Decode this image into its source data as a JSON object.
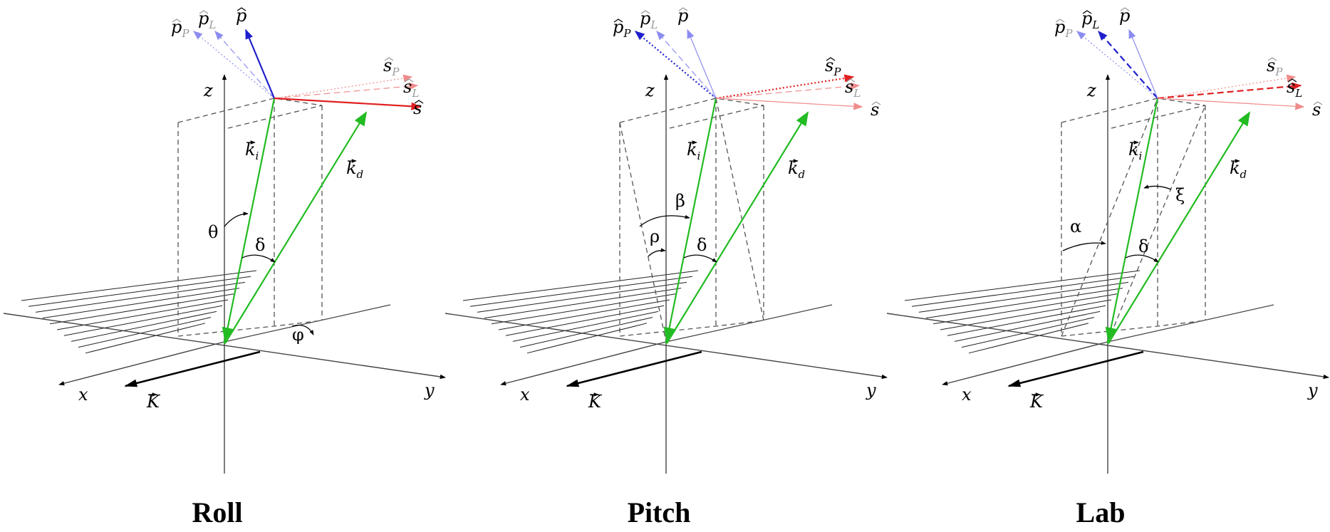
{
  "colors": {
    "k_vectors": "#22bb22",
    "p_hat": "#1f1fcc",
    "s_hat": "#e02020",
    "p_faded": "#8c8cf0",
    "s_faded": "#f08c8c",
    "label_faded": "#9a9a9a",
    "box": "#555555",
    "axis": "#444444"
  },
  "panels": [
    {
      "title": "Roll",
      "axes": {
        "x": "x",
        "y": "y",
        "z": "z"
      },
      "wave_vector": "K",
      "k_incident": "k",
      "k_incident_sub": "i",
      "k_diffracted": "k",
      "k_diffracted_sub": "d",
      "p_labels": [
        {
          "base": "p",
          "sub": "P"
        },
        {
          "base": "p",
          "sub": "L"
        },
        {
          "base": "p",
          "sub": ""
        }
      ],
      "s_labels": [
        {
          "base": "s",
          "sub": "P"
        },
        {
          "base": "s",
          "sub": "L"
        },
        {
          "base": "s",
          "sub": ""
        }
      ],
      "active": "plain",
      "angles": [
        "θ",
        "δ",
        "φ"
      ]
    },
    {
      "title": "Pitch",
      "axes": {
        "x": "x",
        "y": "y",
        "z": "z"
      },
      "wave_vector": "K",
      "k_incident": "k",
      "k_incident_sub": "i",
      "k_diffracted": "k",
      "k_diffracted_sub": "d",
      "p_labels": [
        {
          "base": "p",
          "sub": "P"
        },
        {
          "base": "p",
          "sub": "L"
        },
        {
          "base": "p",
          "sub": ""
        }
      ],
      "s_labels": [
        {
          "base": "s",
          "sub": "P"
        },
        {
          "base": "s",
          "sub": "L"
        },
        {
          "base": "s",
          "sub": ""
        }
      ],
      "active": "P",
      "angles": [
        "β",
        "ρ",
        "δ"
      ]
    },
    {
      "title": "Lab",
      "axes": {
        "x": "x",
        "y": "y",
        "z": "z"
      },
      "wave_vector": "K",
      "k_incident": "k",
      "k_incident_sub": "i",
      "k_diffracted": "k",
      "k_diffracted_sub": "d",
      "p_labels": [
        {
          "base": "p",
          "sub": "P"
        },
        {
          "base": "p",
          "sub": "L"
        },
        {
          "base": "p",
          "sub": ""
        }
      ],
      "s_labels": [
        {
          "base": "s",
          "sub": "P"
        },
        {
          "base": "s",
          "sub": "L"
        },
        {
          "base": "s",
          "sub": ""
        }
      ],
      "active": "L",
      "angles": [
        "α",
        "ξ",
        "δ"
      ]
    }
  ]
}
